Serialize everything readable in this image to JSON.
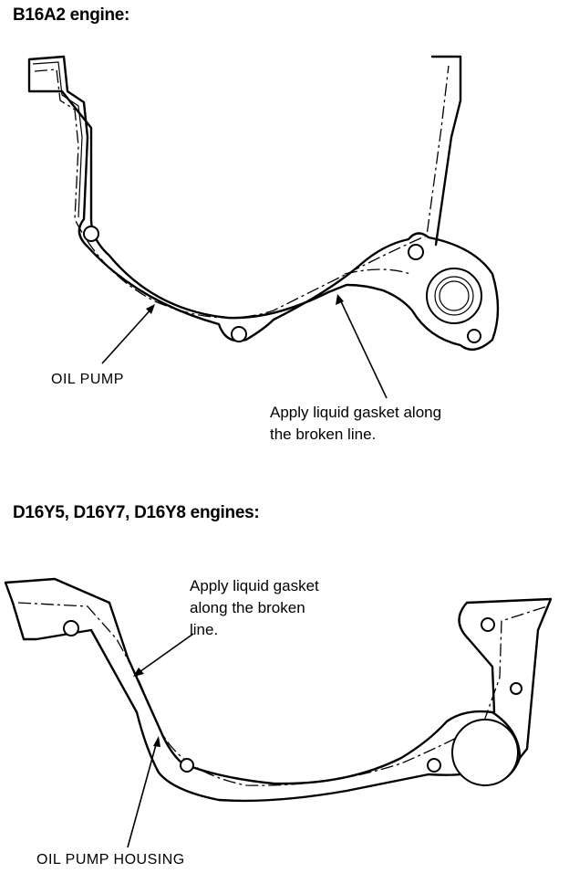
{
  "sections": [
    {
      "title": "B16A2 engine:",
      "callouts": {
        "part": "OIL PUMP",
        "instruction_line1": "Apply liquid gasket along",
        "instruction_line2": "the broken line."
      }
    },
    {
      "title": "D16Y5, D16Y7, D16Y8 engines:",
      "callouts": {
        "instruction_line1": "Apply liquid gasket",
        "instruction_line2": "along the broken",
        "instruction_line3": "line.",
        "part": "OIL PUMP HOUSING"
      }
    }
  ]
}
